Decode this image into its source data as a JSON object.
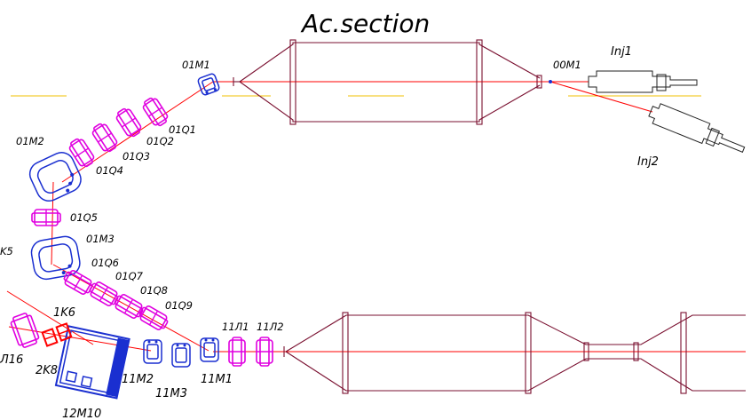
{
  "title": "Ac.section",
  "labels": {
    "m00": "00M1",
    "inj1": "Inj1",
    "inj2": "Inj2",
    "m01": "01M1",
    "q01": "01Q1",
    "q02": "01Q2",
    "q03": "01Q3",
    "q04": "01Q4",
    "m02": "01M2",
    "q05": "01Q5",
    "k5": "K5",
    "m03": "01M3",
    "q06": "01Q6",
    "q07": "01Q7",
    "q08": "01Q8",
    "q09": "01Q9",
    "k6": "1K6",
    "k8": "2K8",
    "l16": "Л16",
    "m10": "12M10",
    "m11_2": "11M2",
    "m11_3": "11M3",
    "m11_1": "11M1",
    "l11_1": "11Л1",
    "l11_2": "11Л2"
  },
  "colors": {
    "beam": "#ff0000",
    "guide": "#f0c000",
    "vacuum": "#7a1030",
    "quadrupole": "#e000e0",
    "dipole": "#1a2fd0",
    "kicker": "#ff0000"
  }
}
